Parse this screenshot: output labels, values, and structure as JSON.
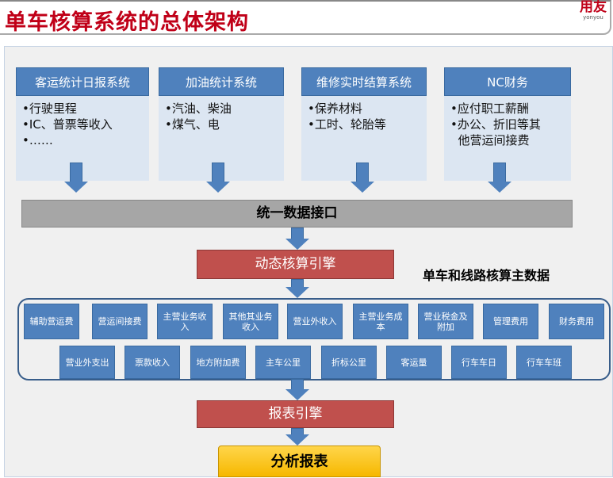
{
  "title": "单车核算系统的总体架构",
  "logo": {
    "cn": "用友",
    "en": "yonyou"
  },
  "sources": [
    {
      "header": "客运统计日报系统",
      "items": [
        "•行驶里程",
        "•IC、普票等收入",
        "•……"
      ]
    },
    {
      "header": "加油统计系统",
      "items": [
        "•汽油、柴油",
        "•煤气、电"
      ]
    },
    {
      "header": "维修实时结算系统",
      "items": [
        "•保养材料",
        "•工时、轮胎等"
      ]
    },
    {
      "header": "NC财务",
      "items": [
        "•应付职工薪酬",
        "•办公、折旧等其",
        "  他营运间接费"
      ]
    }
  ],
  "interface": "统一数据接口",
  "engine": "动态核算引擎",
  "master_label": "单车和线路核算主数据",
  "row1": [
    "辅助营运费",
    "营运间接费",
    "主营业务收入",
    "其他其业务收入",
    "营业外收入",
    "主营业务成本",
    "营业税金及附加",
    "管理费用",
    "财务费用"
  ],
  "row2": [
    "营业外支出",
    "票款收入",
    "地方附加费",
    "主车公里",
    "折标公里",
    "客运量",
    "行车车日",
    "行车车班"
  ],
  "report_engine": "报表引擎",
  "analysis": "分析报表"
}
